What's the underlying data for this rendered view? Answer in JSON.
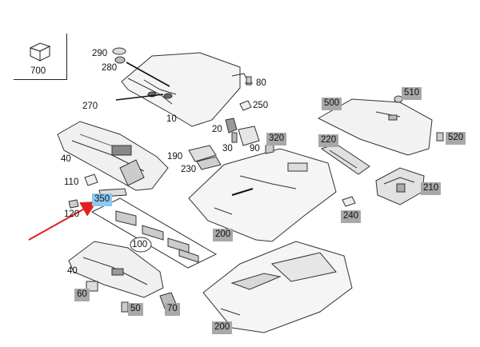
{
  "callouts": {
    "c700": "700",
    "c290": "290",
    "c280": "280",
    "c270": "270",
    "c10": "10",
    "c80": "80",
    "c250": "250",
    "c20": "20",
    "c30": "30",
    "c90": "90",
    "c190": "190",
    "c230": "230",
    "c40a": "40",
    "c110": "110",
    "c120": "120",
    "c350": "350",
    "c100": "100",
    "c40b": "40",
    "c60": "60",
    "c50": "50",
    "c70": "70",
    "c200a": "200",
    "c200b": "200",
    "c240": "240",
    "c210": "210",
    "c220": "220",
    "c320": "320",
    "c500": "500",
    "c510": "510",
    "c520": "520"
  },
  "colors": {
    "highlight": "#8ec8f0",
    "arrow": "#e02020",
    "grey_tag": "#a8a8a8",
    "line": "#222222"
  }
}
